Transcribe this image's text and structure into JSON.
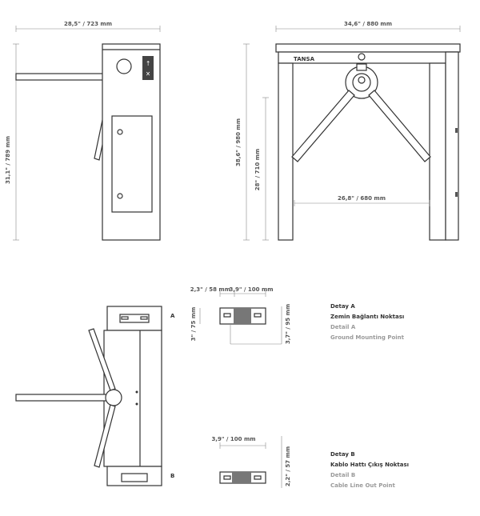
{
  "side_view": {
    "width_dim": "28,5\" / 723 mm",
    "height_dim": "31,1\" / 789 mm"
  },
  "front_view": {
    "width_dim": "34,6\" / 880 mm",
    "height_total_dim": "38,6\" / 980 mm",
    "height_arm_dim": "28\" / 710 mm",
    "passage_dim": "26,8\" / 680 mm",
    "brand": "TANSA"
  },
  "top_view": {
    "label_a": "A",
    "label_b": "B"
  },
  "detail_a": {
    "dim_w1": "2,3\" / 58 mm",
    "dim_w2": "3,9\" / 100 mm",
    "dim_h1": "3\" / 75 mm",
    "dim_h2": "3,7\" / 95 mm",
    "title_tr": "Detay A",
    "subtitle_tr": "Zemin Bağlantı Noktası",
    "title_en": "Detail A",
    "subtitle_en": "Ground Mounting Point"
  },
  "detail_b": {
    "dim_w": "3,9\" / 100 mm",
    "dim_h": "2,2\" / 57 mm",
    "title_tr": "Detay B",
    "subtitle_tr": "Kablo Hattı Çıkış Noktası",
    "title_en": "Detail B",
    "subtitle_en": "Cable Line Out Point"
  }
}
